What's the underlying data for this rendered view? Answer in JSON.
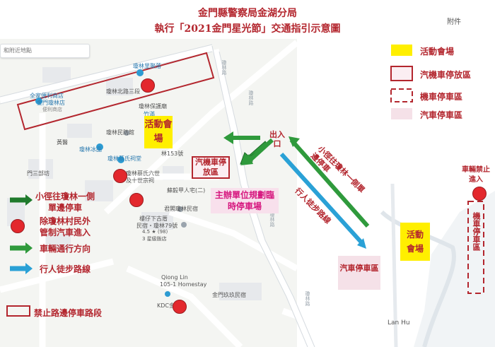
{
  "header": {
    "title_line1": "金門縣警察局金湖分局",
    "title_line2": "執行「2021金門星光節」交通指引示意圖",
    "attachment": "附件"
  },
  "map": {
    "search_placeholder": "和附近地點",
    "place_labels": {
      "qionglin_center": "瓊林里聚落",
      "mart": "全家便利商店",
      "mart_sub": "金門瓊林店",
      "mart_sub2": "便利商店",
      "road_bazhuang": "瓊林北路三段",
      "qionglin_baoshou": "瓊林保護廟",
      "zhuhan": "竹滿",
      "defense": "瓊林民防館",
      "ancestral_top": "黃醫",
      "iceshop": "瓊林冰品",
      "sanjiao": "林153號",
      "qionglin_hall": "瓊林蔡氏祠堂",
      "tsai_house": "瓊林蔡氏六世",
      "tsai_house2": "及十世宗祠",
      "sanxu": "門三部坊",
      "tsai_house3": "蘇毅甲人宅(二)",
      "homestay_lou": "樓仔下古厝",
      "homestay_lou2": "民宿・瓊林79號",
      "homestay_lou3": "4.5 ★ (98)",
      "homestay_lou4": "3 星級飯店",
      "jinyun": "君閣瓊林民宿",
      "qiong_lin_homestay": "Qiong Lin",
      "qiong_lin_homestay2": "105-1 Homestay",
      "jinmen_homestay": "金門玖玖民宿",
      "kdc": "KDC金門",
      "lan_hu": "Lan Hu"
    },
    "road_labels": {
      "r1": "瓊林路",
      "r2": "瓊林路",
      "r3": "瓊林路",
      "r4": "瓊林路"
    },
    "annotations": {
      "entrance": "出入口",
      "moto_car_parking": "汽機車停放區",
      "organizer_parking": "主辦單位規劃臨時停車場",
      "one_side_parking": "小徑往瓊林一側單邊停車",
      "pedestrian_route": "行人徒步路線",
      "car_parking": "汽車停車區",
      "venue": "活動會場",
      "venue_right": "活動會場",
      "no_entry": "車輛禁止進入",
      "moto_right": "機車停車區"
    }
  },
  "legend_right": [
    {
      "label": "活動會場",
      "swatch": "yellow"
    },
    {
      "label": "汽機車停放區",
      "swatch": "red-box"
    },
    {
      "label": "機車停車區",
      "swatch": "dashed-box"
    },
    {
      "label": "汽車停車區",
      "swatch": "pink"
    }
  ],
  "legend_left": [
    {
      "label": "小徑往瓊林一側單邊停車",
      "line1": "小徑往瓊林一側",
      "line2": "單邊停車",
      "icon": "dark-green-arrow"
    },
    {
      "label": "除瓊林村民外管制汽車進入",
      "line1": "除瓊林村民外",
      "line2": "管制汽車進入",
      "icon": "red-dot"
    },
    {
      "label": "車輛通行方向",
      "icon": "green-arrow"
    },
    {
      "label": "行人徒步路線",
      "icon": "blue-arrow"
    },
    {
      "label": "禁止路邊停車路段",
      "icon": "red-outline-box"
    }
  ],
  "colors": {
    "title_red": "#b3262e",
    "venue_yellow": "#ffef00",
    "arrow_green": "#2f9a3c",
    "arrow_dark_green": "#1f7a2c",
    "arrow_blue": "#2aa1d6",
    "no_parking_red": "#b3262e",
    "pink_area": "#f5e1e8",
    "magenta_text": "#d6167e",
    "restriction_dot": "#e3282d"
  }
}
